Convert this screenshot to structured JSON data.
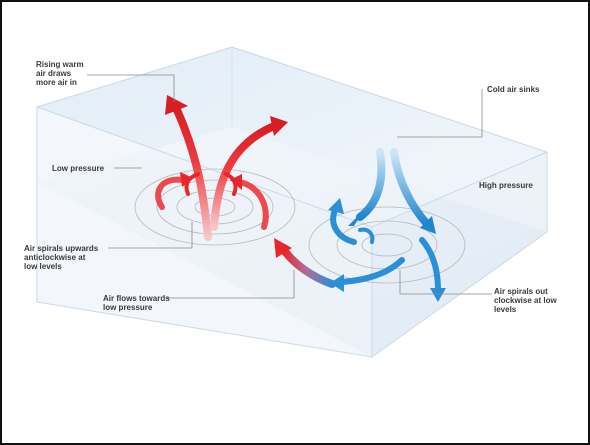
{
  "labels": {
    "rising_warm_air": "Rising warm\nair draws\nmore air in",
    "cold_air_sinks": "Cold air sinks",
    "low_pressure": "Low pressure",
    "high_pressure": "High pressure",
    "air_spirals_upwards": "Air spirals upwards\nanticlockwise at\nlow levels",
    "air_flows_towards": "Air flows towards\nlow pressure",
    "air_spirals_out": "Air spirals out\nclockwise at low\nlevels"
  },
  "colors": {
    "warm_air": "#e8262a",
    "cold_air": "#2a8fd6",
    "box_tint": "#e6eff7",
    "box_edge": "#c9d9e8",
    "leader_line": "#8a8a8a",
    "label_text": "#3a3a3a"
  }
}
